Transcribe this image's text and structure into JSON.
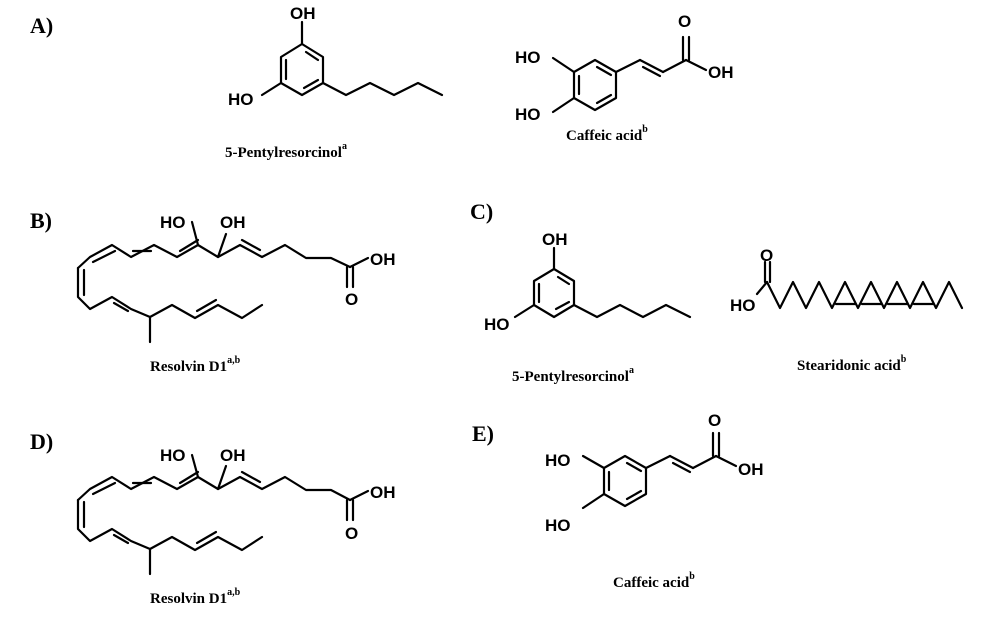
{
  "panels": {
    "A": "A)",
    "B": "B)",
    "C": "C)",
    "D": "D)",
    "E": "E)"
  },
  "atoms": {
    "oh": "OH",
    "ho": "HO",
    "o": "O"
  },
  "compounds": {
    "pentylresorcinol": {
      "name": "5-Pentylresorcinol",
      "sup": "a"
    },
    "caffeic": {
      "name": "Caffeic acid",
      "sup": "b"
    },
    "resolvin": {
      "name": "Resolvin D1",
      "sup": "a,b"
    },
    "stearidonic": {
      "name": "Stearidonic acid",
      "sup": "b"
    }
  }
}
